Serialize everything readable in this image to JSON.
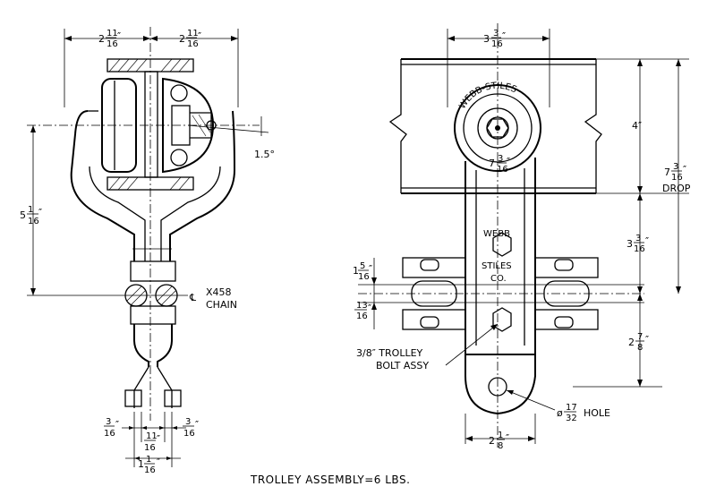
{
  "side_view": {
    "dim_top_left": {
      "whole": "2",
      "num": "11",
      "den": "16",
      "unit": "″"
    },
    "dim_top_right": {
      "whole": "2",
      "num": "11",
      "den": "16",
      "unit": "″"
    },
    "dim_height": {
      "whole": "5",
      "num": "1",
      "den": "16",
      "unit": "″"
    },
    "angle": "1.5°",
    "chain_label": "X458",
    "chain_sub": "CHAIN",
    "centerline_symbol": "℄",
    "dim_bot_left": {
      "num": "3",
      "den": "16",
      "unit": "″"
    },
    "dim_bot_mid": {
      "num": "11",
      "den": "16",
      "unit": "″"
    },
    "dim_bot_right": {
      "num": "3",
      "den": "16",
      "unit": "″"
    },
    "dim_bot_total": {
      "whole": "1",
      "num": "1",
      "den": "16",
      "unit": "″"
    }
  },
  "front_view": {
    "dim_top": {
      "whole": "3",
      "num": "3",
      "den": "16",
      "unit": "″"
    },
    "wheel_brand": "WEBB-STILES",
    "wheel_dia": {
      "whole": "7",
      "num": "3",
      "den": "16",
      "unit": "″"
    },
    "dim_4": "4″",
    "drop": {
      "whole": "7",
      "num": "3",
      "den": "16",
      "unit": "″",
      "label": "DROP"
    },
    "dim_mid": {
      "whole": "3",
      "num": "3",
      "den": "16",
      "unit": "″"
    },
    "dim_pin_upper": {
      "whole": "1",
      "num": "5",
      "den": "16",
      "unit": "″"
    },
    "dim_pin_lower": {
      "num": "13",
      "den": "16",
      "unit": "″"
    },
    "dim_lower_right": {
      "whole": "2",
      "num": "7",
      "den": "8",
      "unit": "″"
    },
    "stamp_line1": "WEBB",
    "stamp_line2": "STILES",
    "stamp_line3": "CO.",
    "bolt_label_1": "3/8″ TROLLEY",
    "bolt_label_2": "BOLT ASSY",
    "hole_prefix": "ø",
    "hole_frac": {
      "num": "17",
      "den": "32"
    },
    "hole_text": "HOLE",
    "dim_bottom": {
      "whole": "2",
      "num": "1",
      "den": "8",
      "unit": "″"
    }
  },
  "caption": "TROLLEY ASSEMBLY=6 LBS."
}
